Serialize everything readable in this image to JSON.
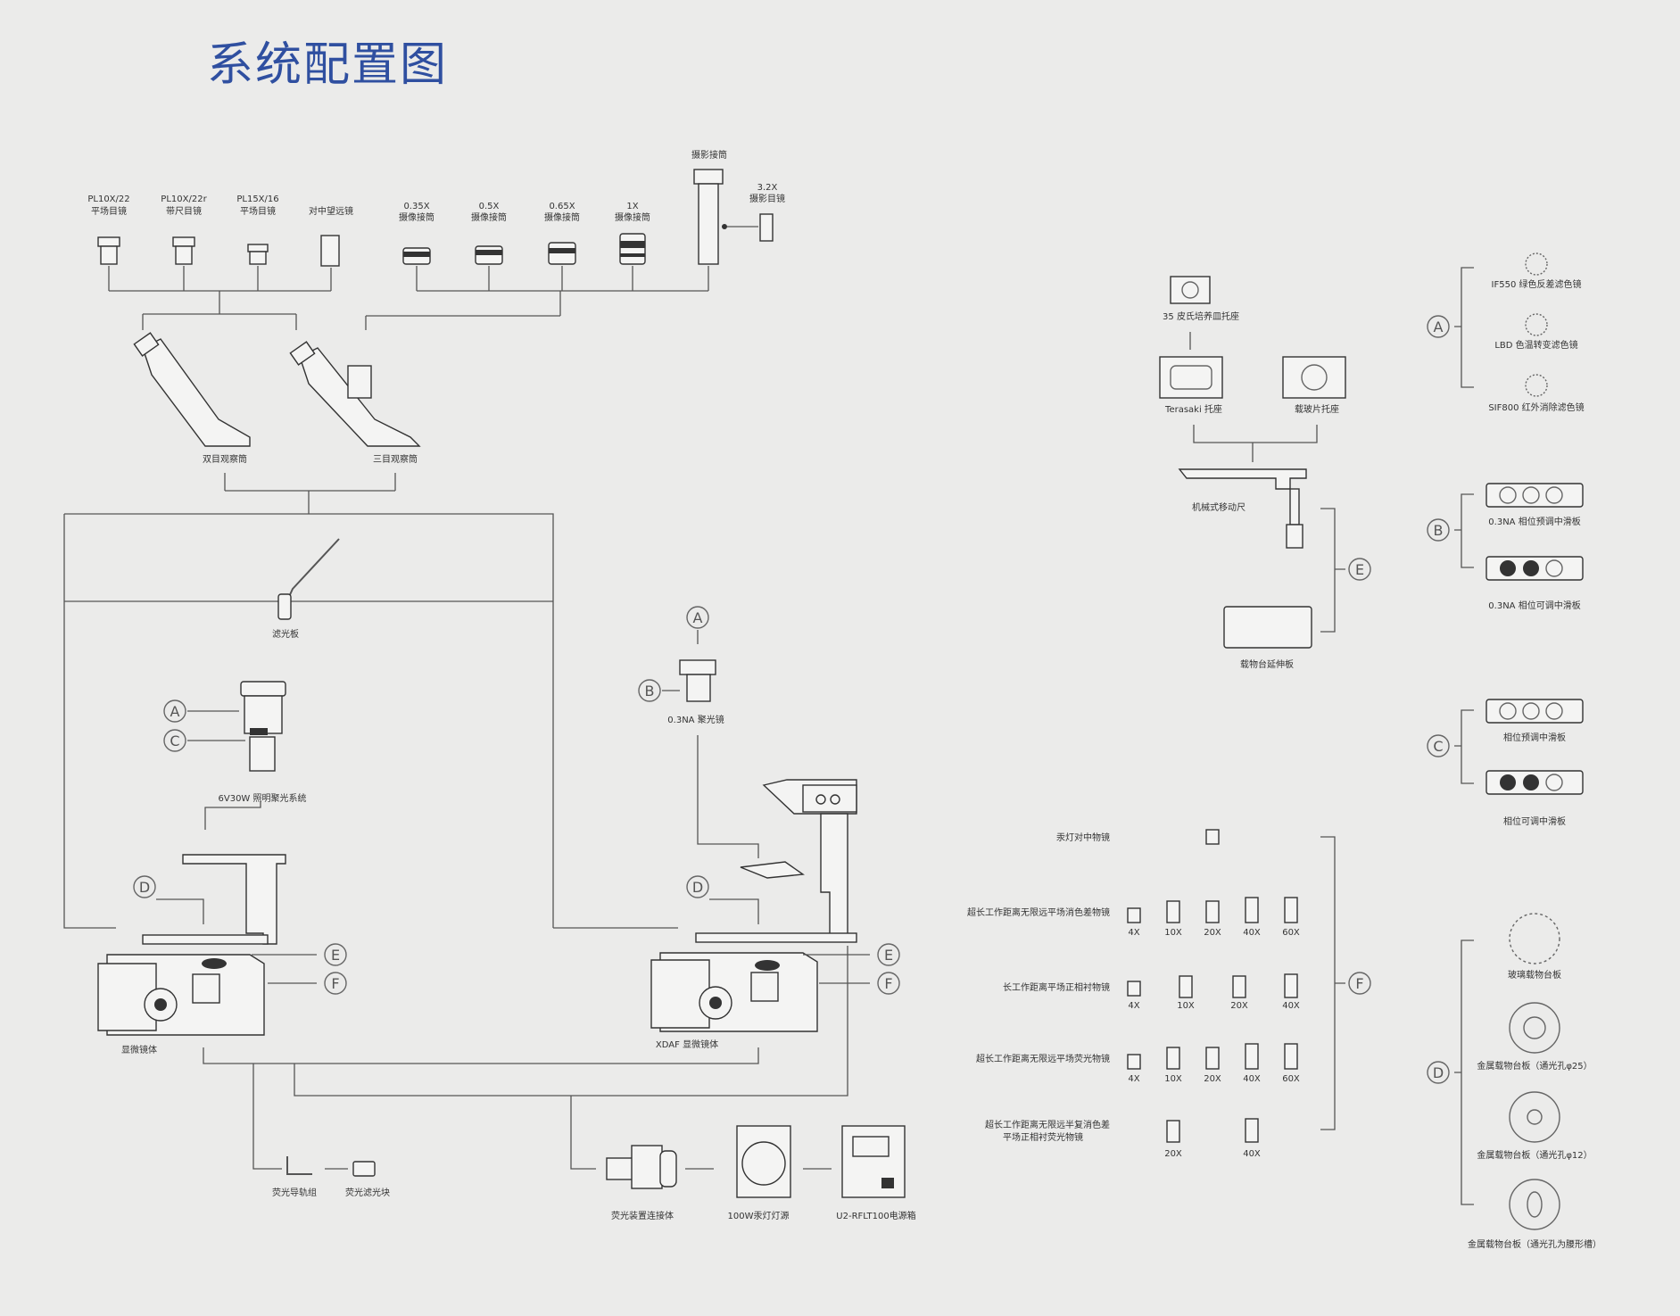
{
  "title": "系统配置图",
  "eyepieces": [
    {
      "l1": "PL10X/22",
      "l2": "平场目镜"
    },
    {
      "l1": "PL10X/22r",
      "l2": "带尺目镜"
    },
    {
      "l1": "PL15X/16",
      "l2": "平场目镜"
    },
    {
      "l1": "对中望远镜",
      "l2": ""
    }
  ],
  "adapters": [
    {
      "l1": "0.35X",
      "l2": "摄像接筒"
    },
    {
      "l1": "0.5X",
      "l2": "摄像接筒"
    },
    {
      "l1": "0.65X",
      "l2": "摄像接筒"
    },
    {
      "l1": "1X",
      "l2": "摄像接筒"
    }
  ],
  "photo_adapter": "摄影接筒",
  "photo_eyepiece": {
    "l1": "3.2X",
    "l2": "摄影目镜"
  },
  "heads": {
    "binocular": "双目观察筒",
    "trinocular": "三目观察筒"
  },
  "filter_plate": "滤光板",
  "illumination": "6V30W  照明聚光系统",
  "condenser": "0.3NA  聚光镜",
  "body1": "显微镜体",
  "body2": "XDAF  显微镜体",
  "fluo_rail": "荧光导轨组",
  "fluo_filter": "荧光滤光块",
  "fluo_connector": "荧光装置连接体",
  "mercury_lamp": "100W汞灯灯源",
  "power_box": "U2-RFLT100电源箱",
  "stage_items": {
    "petri": "35  皮氏培养皿托座",
    "terasaki": "Terasaki  托座",
    "slide": "载玻片托座",
    "mech_stage": "机械式移动尺",
    "extension": "载物台延伸板"
  },
  "groupA": [
    "IF550  绿色反差滤色镜",
    "LBD  色温转变滤色镜",
    "SIF800  红外消除滤色镜"
  ],
  "groupB": [
    "0.3NA  相位预调中滑板",
    "0.3NA  相位可调中滑板"
  ],
  "groupC": [
    "相位预调中滑板",
    "相位可调中滑板"
  ],
  "groupD": [
    "玻璃载物台板",
    "金属载物台板（通光孔φ25）",
    "金属载物台板（通光孔φ12）",
    "金属载物台板（通光孔为腰形槽）"
  ],
  "objectives": [
    {
      "name": "汞灯对中物镜",
      "mags": []
    },
    {
      "name": "超长工作距离无限远平场消色差物镜",
      "mags": [
        "4X",
        "10X",
        "20X",
        "40X",
        "60X"
      ]
    },
    {
      "name": "长工作距离平场正相衬物镜",
      "mags": [
        "4X",
        "10X",
        "20X",
        "40X"
      ]
    },
    {
      "name": "超长工作距离无限远平场荧光物镜",
      "mags": [
        "4X",
        "10X",
        "20X",
        "40X",
        "60X"
      ]
    },
    {
      "name": "超长工作距离无限远半复消色差",
      "name2": "平场正相衬荧光物镜",
      "mags": [
        "20X",
        "40X"
      ]
    }
  ],
  "markers": {
    "A": "A",
    "B": "B",
    "C": "C",
    "D": "D",
    "E": "E",
    "F": "F"
  }
}
